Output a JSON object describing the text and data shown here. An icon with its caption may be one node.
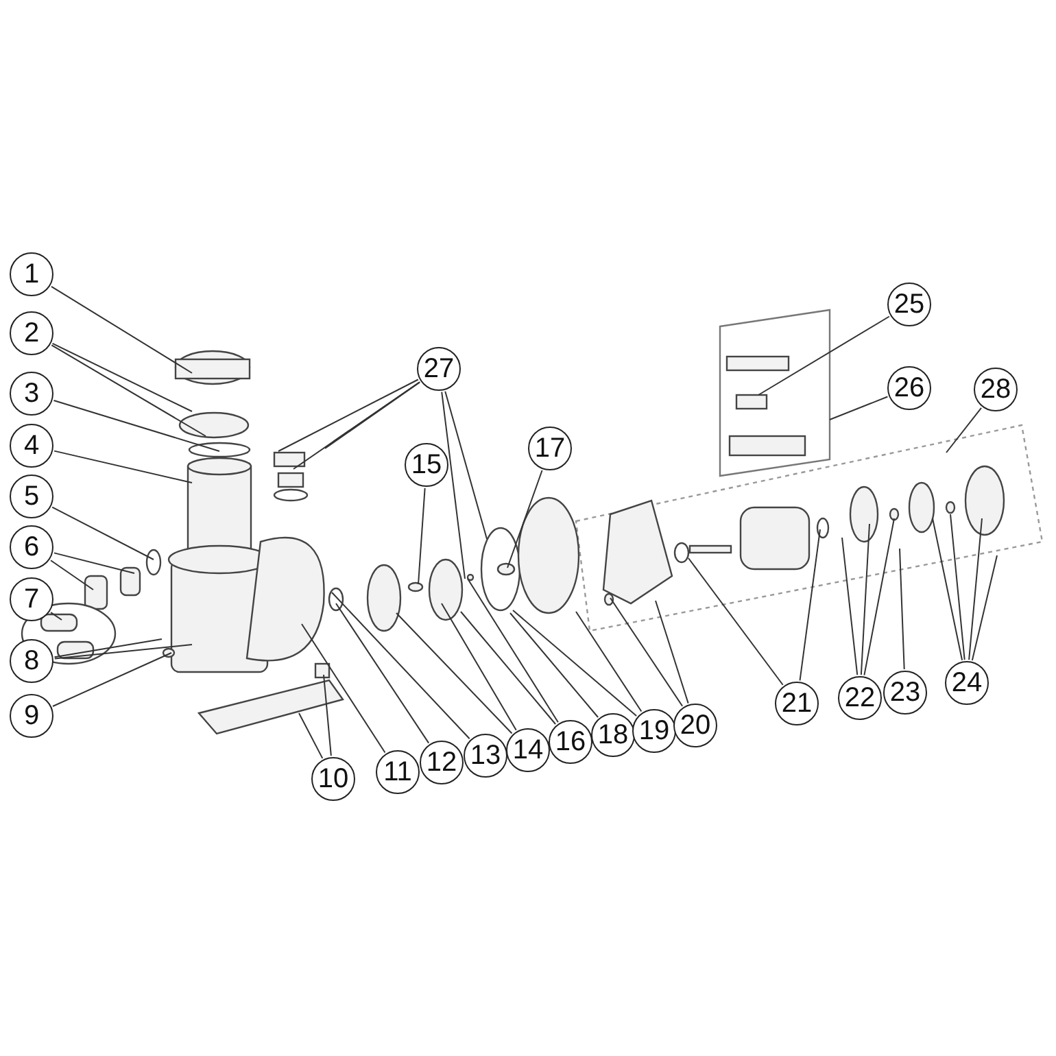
{
  "diagram": {
    "nodes": [
      {
        "text": [
          "1"
        ]
      },
      {
        "text": [
          "2"
        ]
      },
      {
        "text": [
          "3"
        ]
      },
      {
        "text": [
          "4"
        ]
      },
      {
        "text": [
          "5"
        ]
      },
      {
        "text": [
          "6"
        ]
      },
      {
        "text": [
          "7"
        ]
      },
      {
        "text": [
          "8"
        ]
      },
      {
        "text": [
          "9"
        ]
      },
      {
        "text": [
          "10"
        ]
      },
      {
        "text": [
          "11"
        ]
      },
      {
        "text": [
          "12"
        ]
      },
      {
        "text": [
          "13"
        ]
      },
      {
        "text": [
          "14"
        ]
      },
      {
        "text": [
          "15"
        ]
      },
      {
        "text": [
          "16"
        ]
      },
      {
        "text": [
          "17"
        ]
      },
      {
        "text": [
          "18"
        ]
      },
      {
        "text": [
          "19"
        ]
      },
      {
        "text": [
          "20"
        ]
      },
      {
        "text": [
          "21"
        ]
      },
      {
        "text": [
          "22"
        ]
      },
      {
        "text": [
          "23"
        ]
      },
      {
        "text": [
          "24"
        ]
      },
      {
        "text": [
          "25"
        ]
      },
      {
        "text": [
          "26"
        ]
      },
      {
        "text": [
          "27"
        ]
      },
      {
        "text": [
          "28"
        ]
      }
    ],
    "edges": [
      {
        "from": 0,
        "to": null,
        "arrow": "none"
      },
      {
        "from": 1,
        "to": null,
        "arrow": "none"
      },
      {
        "from": 1,
        "to": null,
        "arrow": "none"
      },
      {
        "from": 2,
        "to": null,
        "arrow": "none"
      },
      {
        "from": 3,
        "to": null,
        "arrow": "none"
      },
      {
        "from": 4,
        "to": null,
        "arrow": "none"
      },
      {
        "from": 5,
        "to": null,
        "arrow": "none"
      },
      {
        "from": 5,
        "to": null,
        "arrow": "none"
      },
      {
        "from": 6,
        "to": null,
        "arrow": "none"
      },
      {
        "from": 7,
        "to": null,
        "arrow": "none"
      },
      {
        "from": 7,
        "to": null,
        "arrow": "none"
      },
      {
        "from": 8,
        "to": null,
        "arrow": "none"
      },
      {
        "from": 9,
        "to": null,
        "arrow": "none"
      },
      {
        "from": 9,
        "to": null,
        "arrow": "none"
      },
      {
        "from": 10,
        "to": null,
        "arrow": "none"
      },
      {
        "from": 11,
        "to": null,
        "arrow": "none"
      },
      {
        "from": 12,
        "to": null,
        "arrow": "none"
      },
      {
        "from": 13,
        "to": null,
        "arrow": "none"
      },
      {
        "from": 13,
        "to": null,
        "arrow": "none"
      },
      {
        "from": 14,
        "to": null,
        "arrow": "none"
      },
      {
        "from": 15,
        "to": null,
        "arrow": "none"
      },
      {
        "from": 15,
        "to": null,
        "arrow": "none"
      },
      {
        "from": 16,
        "to": null,
        "arrow": "none"
      },
      {
        "from": 17,
        "to": null,
        "arrow": "none"
      },
      {
        "from": 18,
        "to": null,
        "arrow": "none"
      },
      {
        "from": 18,
        "to": null,
        "arrow": "none"
      },
      {
        "from": 19,
        "to": null,
        "arrow": "none"
      },
      {
        "from": 19,
        "to": null,
        "arrow": "none"
      },
      {
        "from": 20,
        "to": null,
        "arrow": "none"
      },
      {
        "from": 20,
        "to": null,
        "arrow": "none"
      },
      {
        "from": 21,
        "to": null,
        "arrow": "none"
      },
      {
        "from": 21,
        "to": null,
        "arrow": "none"
      },
      {
        "from": 21,
        "to": null,
        "arrow": "none"
      },
      {
        "from": 22,
        "to": null,
        "arrow": "none"
      },
      {
        "from": 23,
        "to": null,
        "arrow": "none"
      },
      {
        "from": 23,
        "to": null,
        "arrow": "none"
      },
      {
        "from": 23,
        "to": null,
        "arrow": "none"
      },
      {
        "from": 23,
        "to": null,
        "arrow": "none"
      },
      {
        "from": 24,
        "to": null,
        "arrow": "none"
      },
      {
        "from": 25,
        "to": null,
        "arrow": "none"
      },
      {
        "from": 26,
        "to": null,
        "arrow": "none"
      },
      {
        "from": 26,
        "to": null,
        "arrow": "none"
      },
      {
        "from": 26,
        "to": null,
        "arrow": "none"
      },
      {
        "from": 26,
        "to": null,
        "arrow": "none"
      },
      {
        "from": 26,
        "to": null,
        "arrow": "none"
      },
      {
        "from": 26,
        "to": null,
        "arrow": "none"
      },
      {
        "from": 27,
        "to": null,
        "arrow": "none"
      }
    ]
  }
}
